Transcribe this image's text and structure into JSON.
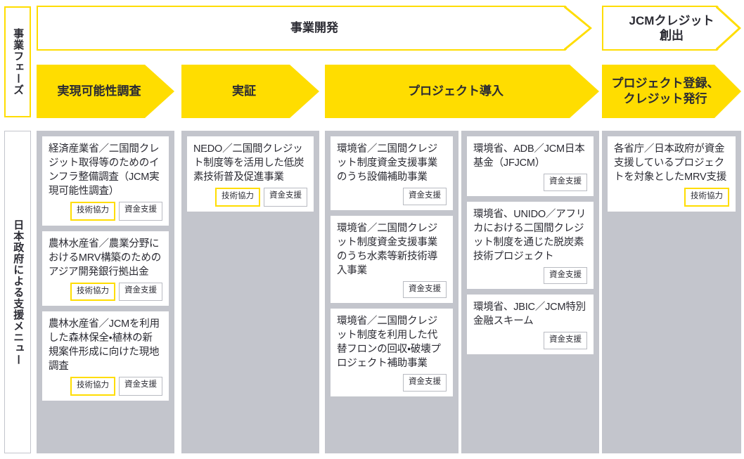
{
  "phase_header": {
    "side_label": "事業フェーズ",
    "bands": [
      {
        "name": "business-development",
        "label": "事業開発"
      },
      {
        "name": "jcm-credit-creation",
        "label": "JCMクレジット\n創出"
      }
    ],
    "phases": [
      {
        "name": "feasibility-study",
        "label": "実現可能性調査"
      },
      {
        "name": "demonstration",
        "label": "実証"
      },
      {
        "name": "project-implementation",
        "label": "プロジェクト導入"
      },
      {
        "name": "project-registration",
        "label": "プロジェクト登録、\nクレジット発行"
      }
    ]
  },
  "menu_body": {
    "side_label": "日本政府による支援メニュー",
    "tag_labels": {
      "tech": "技術協力",
      "fund": "資金支援"
    },
    "columns": [
      {
        "name": "column-feasibility-study",
        "cards": [
          {
            "text": "経済産業省／二国間クレジット取得等のためのインフラ整備調査（JCM実現可能性調査）",
            "tags": [
              "技術協力",
              "資金支援"
            ]
          },
          {
            "text": "農林水産省／農業分野におけるMRV構築のためのアジア開発銀行拠出金",
            "tags": [
              "技術協力",
              "資金支援"
            ]
          },
          {
            "text": "農林水産省／JCMを利用した森林保全・植林の新規案件形成に向けた現地調査",
            "tags": [
              "技術協力",
              "資金支援"
            ]
          }
        ]
      },
      {
        "name": "column-demonstration",
        "cards": [
          {
            "text": "NEDO／二国間クレジット制度等を活用した低炭素技術普及促進事業",
            "tags": [
              "技術協力",
              "資金支援"
            ]
          }
        ]
      },
      {
        "name": "column-project-implementation-a",
        "cards": [
          {
            "text": "環境省／二国間クレジット制度資金支援事業のうち設備補助事業",
            "tags": [
              "資金支援"
            ]
          },
          {
            "text": "環境省／二国間クレジット制度資金支援事業のうち水素等新技術導入事業",
            "tags": [
              "資金支援"
            ]
          },
          {
            "text": "環境省／二国間クレジット制度を利用した代替フロンの回収・破壊プロジェクト補助事業",
            "tags": [
              "資金支援"
            ]
          }
        ]
      },
      {
        "name": "column-project-implementation-b",
        "cards": [
          {
            "text": "環境省、ADB／JCM日本基金（JFJCM）",
            "tags": [
              "資金支援"
            ]
          },
          {
            "text": "環境省、UNIDO／アフリカにおける二国間クレジット制度を通じた脱炭素技術プロジェクト",
            "tags": [
              "資金支援"
            ]
          },
          {
            "text": "環境省、JBIC／JCM特別金融スキーム",
            "tags": [
              "資金支援"
            ]
          }
        ]
      },
      {
        "name": "column-project-registration",
        "cards": [
          {
            "text": "各省庁／日本政府が資金支援しているプロジェクトを対象としたMRV支援",
            "tags": [
              "技術協力"
            ]
          }
        ]
      }
    ]
  },
  "colors": {
    "accent_yellow": "#FFDD00",
    "column_gray": "#c3c5cc",
    "text_dark": "#2b2b33",
    "tag_border_gray": "#b9bbc2"
  }
}
